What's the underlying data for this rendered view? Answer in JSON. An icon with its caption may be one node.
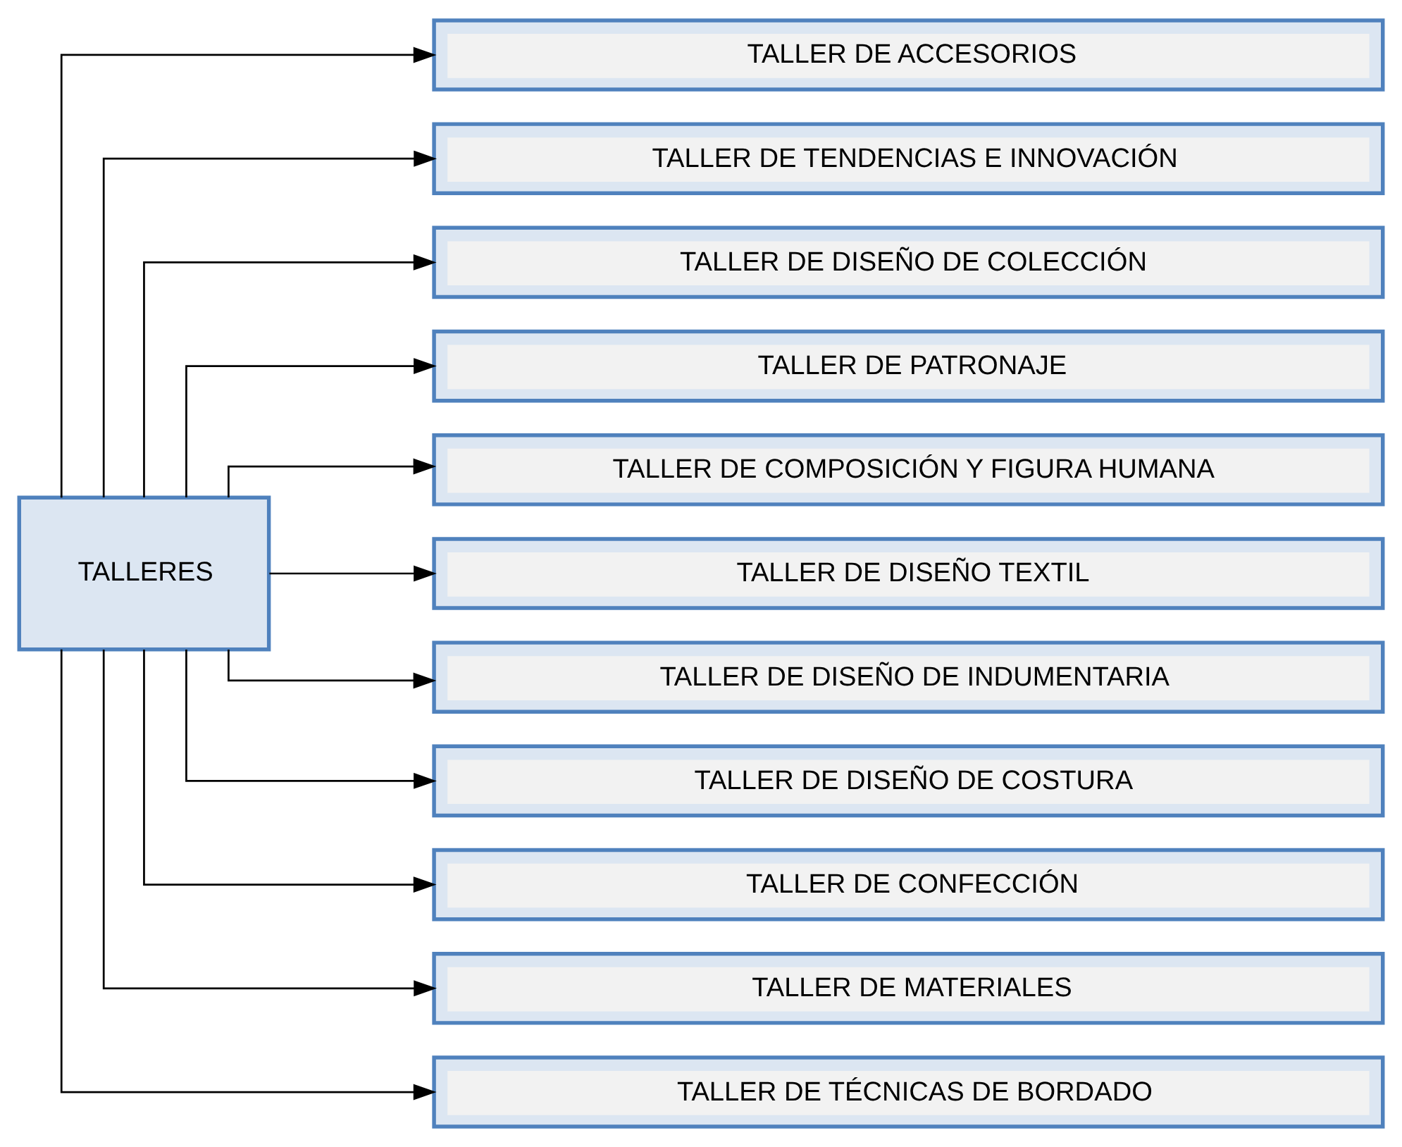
{
  "diagram": {
    "nodes": [
      {
        "text": [
          "TALLERES"
        ]
      },
      {
        "text": [
          "TALLER DE ACCESORIOS"
        ]
      },
      {
        "text": [
          "TALLER DE TENDENCIAS E INNOVACIÓN"
        ]
      },
      {
        "text": [
          "TALLER DE DISEÑO DE COLECCIÓN"
        ]
      },
      {
        "text": [
          "TALLER DE PATRONAJE"
        ]
      },
      {
        "text": [
          "TALLER DE COMPOSICIÓN Y FIGURA HUMANA"
        ]
      },
      {
        "text": [
          "TALLER DE DISEÑO TEXTIL"
        ]
      },
      {
        "text": [
          "TALLER DE DISEÑO DE INDUMENTARIA"
        ]
      },
      {
        "text": [
          "TALLER DE DISEÑO DE COSTURA"
        ]
      },
      {
        "text": [
          "TALLER DE CONFECCIÓN"
        ]
      },
      {
        "text": [
          "TALLER DE MATERIALES"
        ]
      },
      {
        "text": [
          "TALLER DE TÉCNICAS DE BORDADO"
        ]
      }
    ],
    "edges": [
      {
        "from": 0,
        "to": 1,
        "arrow": "to"
      },
      {
        "from": 0,
        "to": 2,
        "arrow": "to"
      },
      {
        "from": 0,
        "to": 3,
        "arrow": "to"
      },
      {
        "from": 0,
        "to": 4,
        "arrow": "to"
      },
      {
        "from": 0,
        "to": 5,
        "arrow": "to"
      },
      {
        "from": 0,
        "to": 6,
        "arrow": "to"
      },
      {
        "from": 0,
        "to": 7,
        "arrow": "to"
      },
      {
        "from": 0,
        "to": 8,
        "arrow": "to"
      },
      {
        "from": 0,
        "to": 9,
        "arrow": "to"
      },
      {
        "from": 0,
        "to": 10,
        "arrow": "to"
      },
      {
        "from": 0,
        "to": 11,
        "arrow": "to"
      }
    ]
  }
}
